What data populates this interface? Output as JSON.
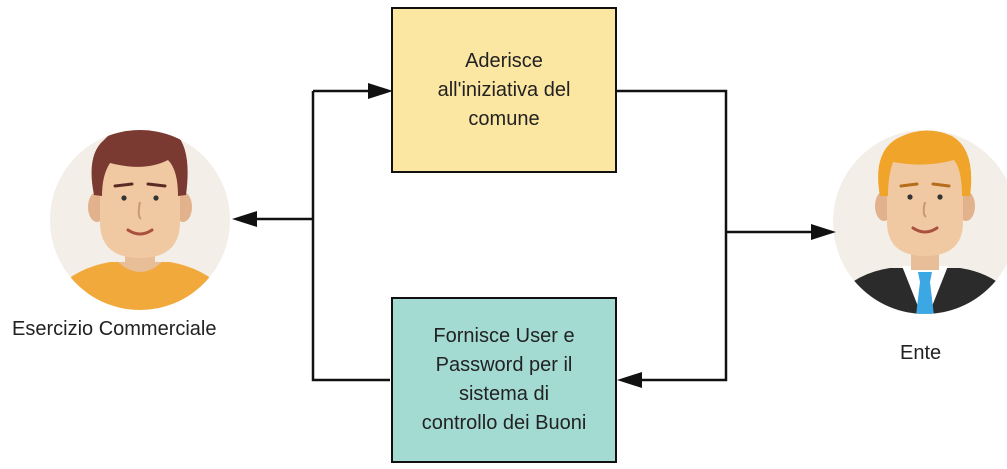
{
  "box_top": {
    "lines": [
      "Aderisce",
      "all'iniziativa del",
      "comune"
    ],
    "fill": "#fbe6a2"
  },
  "box_bottom": {
    "lines": [
      "Fornisce User e",
      "Password per il",
      "sistema di",
      "controllo dei Buoni"
    ],
    "fill": "#a3dbd3"
  },
  "actors": {
    "left": {
      "label": "Esercizio Commerciale"
    },
    "right": {
      "label": "Ente"
    }
  },
  "colors": {
    "avatar_bg": "#f3eee8",
    "line": "#111111"
  }
}
